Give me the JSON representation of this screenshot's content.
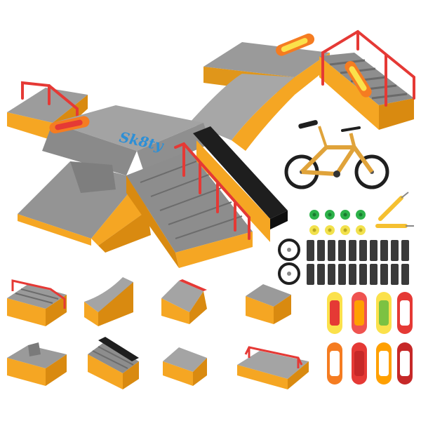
{
  "colors": {
    "background": "#ffffff",
    "ramp_gray": "#8f8f8f",
    "ramp_gray_light": "#a4a4a4",
    "ramp_gray_dark": "#6f6f6f",
    "support_orange": "#f5a623",
    "support_orange_dark": "#d98a10",
    "rail_red": "#e53935",
    "board_colors": [
      "#e53935",
      "#f5a623",
      "#fbe14b",
      "#7cc242",
      "#ef5350",
      "#ffa000",
      "#c62828",
      "#ffffff"
    ],
    "bike_frame": "#e0a33a",
    "wheel_black": "#1f1f1f",
    "skate_wheel_green": "#2db24a",
    "skate_wheel_yellow": "#f2e14c",
    "grip_tape": "#3a3a3a",
    "tool_yellow": "#f5c030"
  },
  "logo": {
    "text": "Sk8ty"
  },
  "accessories": {
    "wheel_rows": [
      [
        "green",
        "green",
        "green",
        "green"
      ],
      [
        "yellow",
        "yellow",
        "yellow",
        "yellow"
      ]
    ],
    "grip_tape_columns": 10,
    "grip_tape_rows": 2,
    "board_count": 8
  },
  "pieces": [
    "staircase-rail",
    "quarter-pipe",
    "kicker-ramp",
    "funbox",
    "pyramid-notch",
    "stair-ledge",
    "launch-ramp",
    "flat-rail"
  ]
}
